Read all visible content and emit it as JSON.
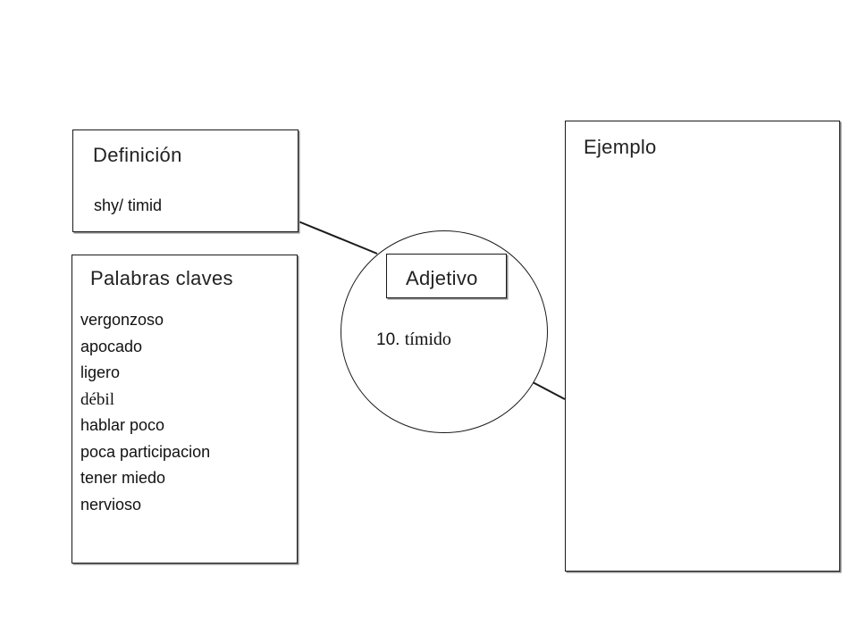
{
  "definition": {
    "title": "Definición",
    "text": "shy/ timid"
  },
  "keywords": {
    "title": "Palabras claves",
    "items": [
      "vergonzoso",
      "apocado",
      "ligero",
      "débil",
      "hablar poco",
      "poca participacion",
      "tener miedo",
      "nervioso"
    ]
  },
  "example": {
    "title": "Ejemplo",
    "text": ""
  },
  "center": {
    "part_of_speech": "Adjetivo",
    "number": "10.",
    "word": "tímido"
  },
  "colors": {
    "border": "#1a1a1a",
    "shadow": "#8a8a8a",
    "background": "#ffffff"
  }
}
